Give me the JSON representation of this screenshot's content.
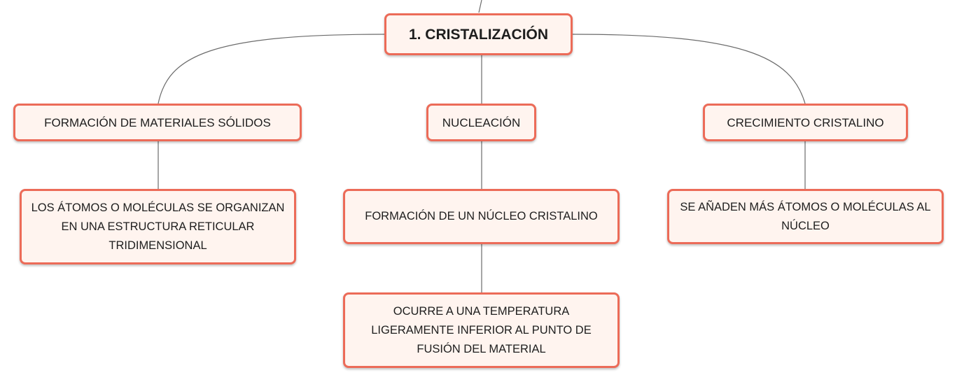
{
  "diagram": {
    "root": {
      "label": "1. CRISTALIZACIÓN"
    },
    "branches": [
      {
        "label": "FORMACIÓN DE MATERIALES SÓLIDOS",
        "children": [
          {
            "label": "LOS ÁTOMOS O MOLÉCULAS SE ORGANIZAN EN UNA ESTRUCTURA RETICULAR TRIDIMENSIONAL"
          }
        ]
      },
      {
        "label": "NUCLEACIÓN",
        "children": [
          {
            "label": "FORMACIÓN DE UN NÚCLEO CRISTALINO"
          },
          {
            "label": "OCURRE A UNA TEMPERATURA LIGERAMENTE INFERIOR AL PUNTO DE FUSIÓN DEL MATERIAL"
          }
        ]
      },
      {
        "label": "CRECIMIENTO CRISTALINO",
        "children": [
          {
            "label": "SE AÑADEN MÁS ÁTOMOS O MOLÉCULAS AL NÚCLEO"
          }
        ]
      }
    ]
  },
  "colors": {
    "node_border": "#ec6b58",
    "node_fill": "#fff4ef",
    "connector": "#6b6b6b"
  }
}
